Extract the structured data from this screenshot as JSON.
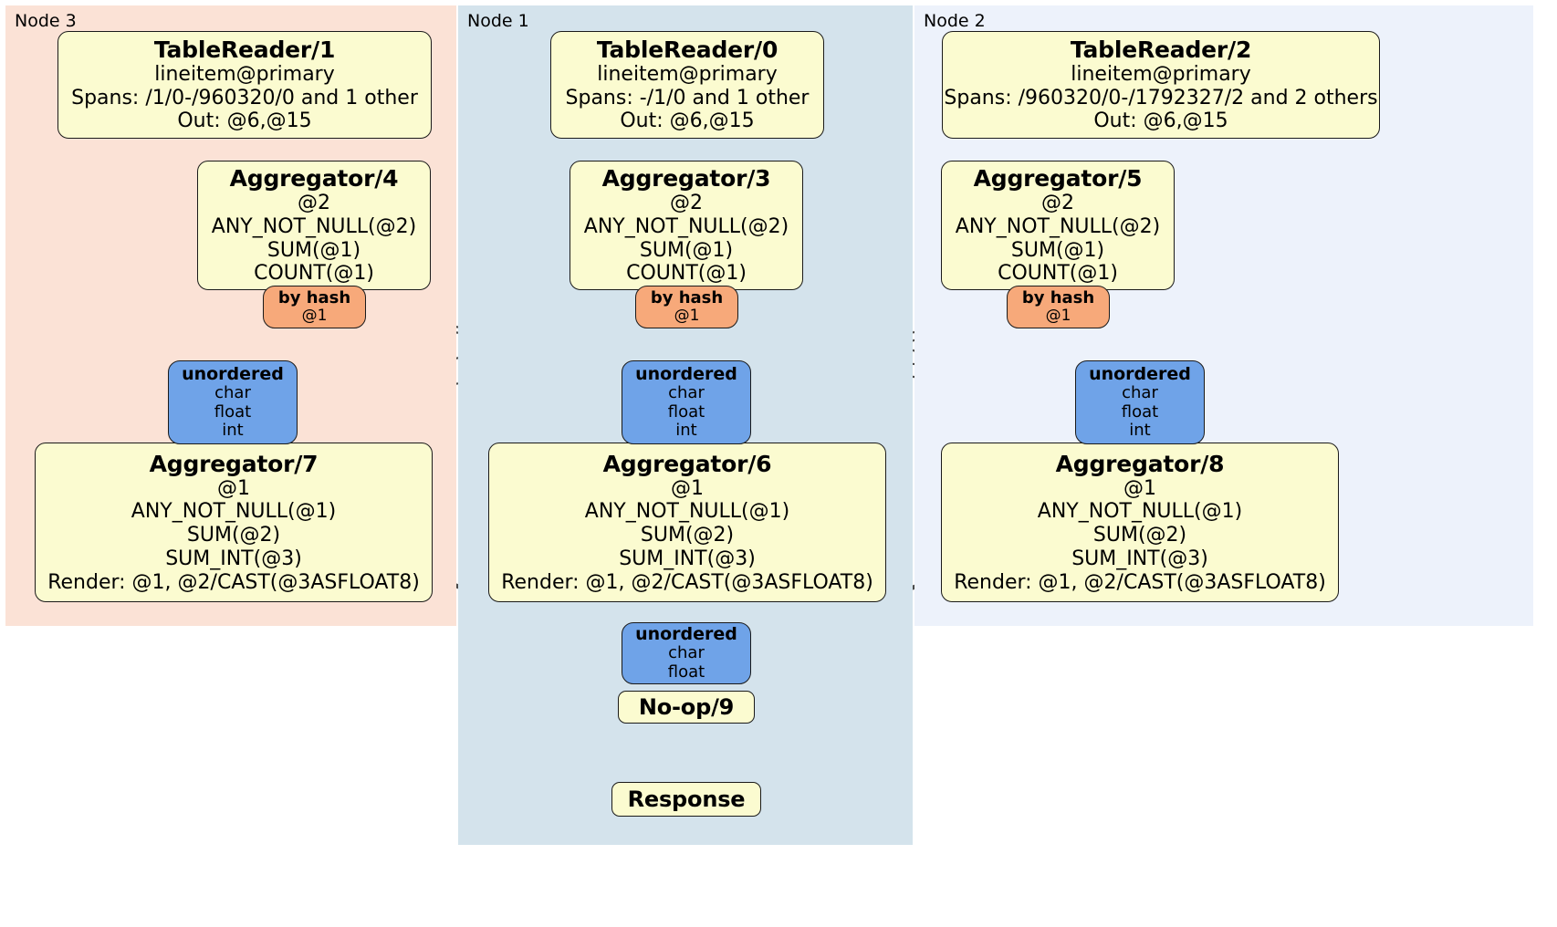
{
  "diagram": {
    "type": "distributed-query-plan",
    "title": "",
    "colors": {
      "node3_panel": "#fbe2d6",
      "node1_panel": "#d4e3ec",
      "node2_panel": "#edf2fb",
      "processor_fill": "#fbfbd0",
      "router_fill": "#f7a97a",
      "sync_fill": "#6fa3e8",
      "stroke": "#1a1a1a",
      "edge": "#4a4a4a"
    }
  },
  "panels": [
    {
      "id": "node3",
      "label": "Node 3"
    },
    {
      "id": "node1",
      "label": "Node 1"
    },
    {
      "id": "node2",
      "label": "Node 2"
    }
  ],
  "nodes": {
    "tablereader_1": {
      "title": "TableReader/1",
      "lines": [
        "lineitem@primary",
        "Spans: /1/0-/960320/0 and 1 other",
        "Out: @6,@15"
      ]
    },
    "tablereader_0": {
      "title": "TableReader/0",
      "lines": [
        "lineitem@primary",
        "Spans: -/1/0 and 1 other",
        "Out: @6,@15"
      ]
    },
    "tablereader_2": {
      "title": "TableReader/2",
      "lines": [
        "lineitem@primary",
        "Spans: /960320/0-/1792327/2 and 2 others",
        "Out: @6,@15"
      ]
    },
    "aggregator_4": {
      "title": "Aggregator/4",
      "lines": [
        "@2",
        "ANY_NOT_NULL(@2)",
        "SUM(@1)",
        "COUNT(@1)"
      ]
    },
    "aggregator_3": {
      "title": "Aggregator/3",
      "lines": [
        "@2",
        "ANY_NOT_NULL(@2)",
        "SUM(@1)",
        "COUNT(@1)"
      ]
    },
    "aggregator_5": {
      "title": "Aggregator/5",
      "lines": [
        "@2",
        "ANY_NOT_NULL(@2)",
        "SUM(@1)",
        "COUNT(@1)"
      ]
    },
    "byhash_node3": {
      "title": "by hash",
      "lines": [
        "@1"
      ]
    },
    "byhash_node1": {
      "title": "by hash",
      "lines": [
        "@1"
      ]
    },
    "byhash_node2": {
      "title": "by hash",
      "lines": [
        "@1"
      ]
    },
    "unordered_node3": {
      "title": "unordered",
      "lines": [
        "char",
        "float",
        "int"
      ]
    },
    "unordered_node1": {
      "title": "unordered",
      "lines": [
        "char",
        "float",
        "int"
      ]
    },
    "unordered_node2": {
      "title": "unordered",
      "lines": [
        "char",
        "float",
        "int"
      ]
    },
    "aggregator_7": {
      "title": "Aggregator/7",
      "lines": [
        "@1",
        "ANY_NOT_NULL(@1)",
        "SUM(@2)",
        "SUM_INT(@3)",
        "Render: @1, @2/CAST(@3ASFLOAT8)"
      ]
    },
    "aggregator_6": {
      "title": "Aggregator/6",
      "lines": [
        "@1",
        "ANY_NOT_NULL(@1)",
        "SUM(@2)",
        "SUM_INT(@3)",
        "Render: @1, @2/CAST(@3ASFLOAT8)"
      ]
    },
    "aggregator_8": {
      "title": "Aggregator/8",
      "lines": [
        "@1",
        "ANY_NOT_NULL(@1)",
        "SUM(@2)",
        "SUM_INT(@3)",
        "Render: @1, @2/CAST(@3ASFLOAT8)"
      ]
    },
    "unordered_final": {
      "title": "unordered",
      "lines": [
        "char",
        "float"
      ]
    },
    "noop_9": {
      "title": "No-op/9",
      "lines": []
    },
    "response": {
      "title": "Response",
      "lines": []
    }
  }
}
